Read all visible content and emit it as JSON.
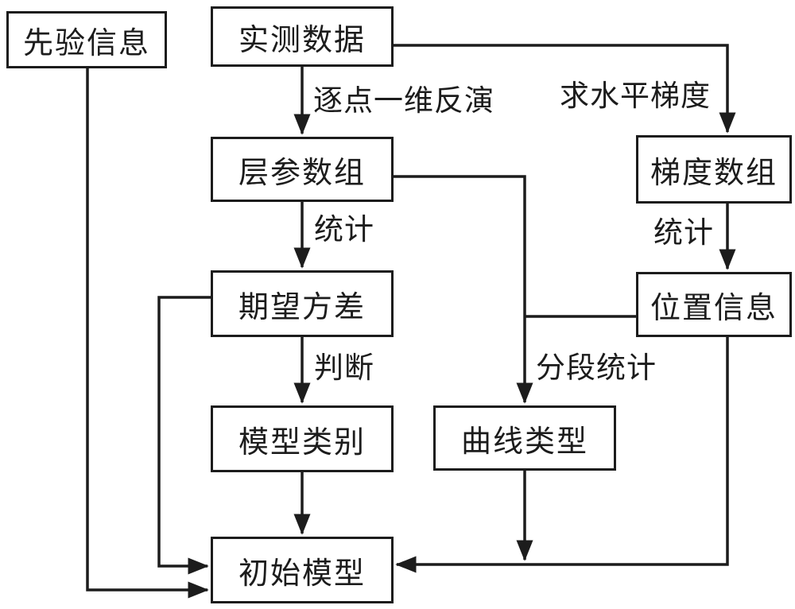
{
  "title": "inversion-initial-model-flowchart",
  "colors": {
    "line": "#1c1c1c",
    "background": "#ffffff",
    "box_fill": "#ffffff"
  },
  "nodes": {
    "prior": {
      "label": "先验信息"
    },
    "measured": {
      "label": "实测数据"
    },
    "layer_params": {
      "label": "层参数组"
    },
    "gradient_array": {
      "label": "梯度数组"
    },
    "expectation_variance": {
      "label": "期望方差"
    },
    "position_info": {
      "label": "位置信息"
    },
    "model_category": {
      "label": "模型类别"
    },
    "curve_type": {
      "label": "曲线类型"
    },
    "initial_model": {
      "label": "初始模型"
    }
  },
  "edge_labels": {
    "pointwise_inversion": "逐点一维反演",
    "horizontal_gradient": "求水平梯度",
    "statistics_left": "统计",
    "statistics_right": "统计",
    "judgment": "判断",
    "segmented_statistics": "分段统计"
  }
}
